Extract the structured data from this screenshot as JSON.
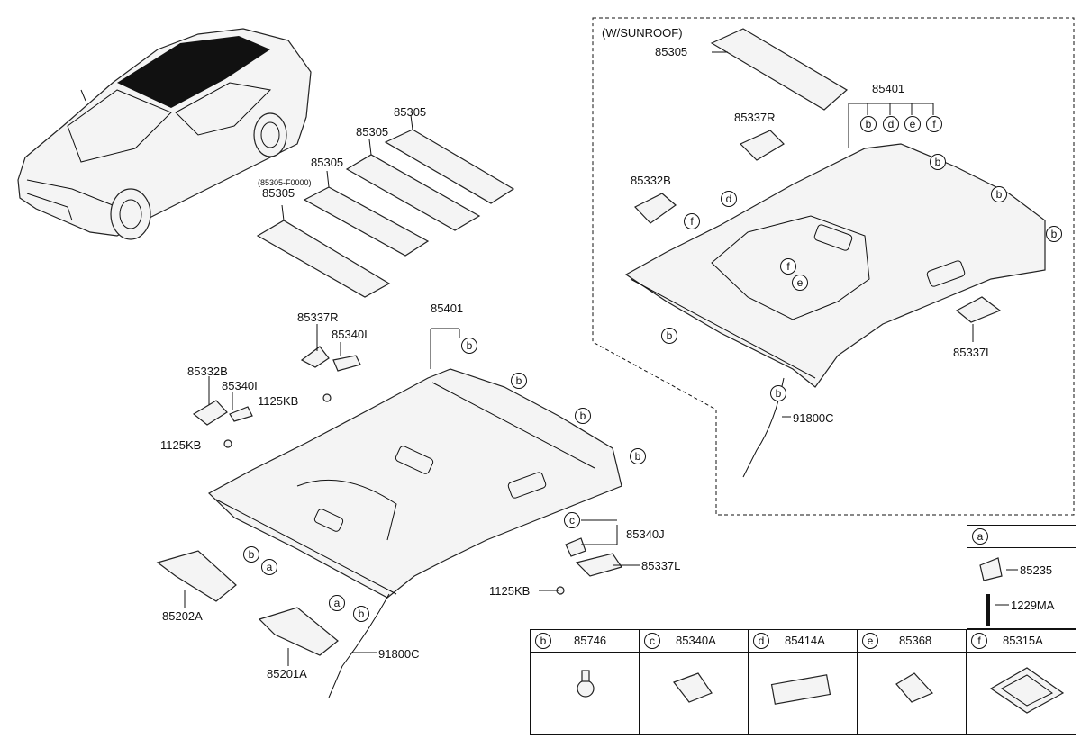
{
  "sunroof_caption": "(W/SUNROOF)",
  "labels": {
    "p85305_a": "85305",
    "p85305_b": "85305",
    "p85305_c": "85305",
    "p85305_d": "85305",
    "p85305_d_note": "(85305-F0000)",
    "p85305_sr": "85305",
    "p85401_main": "85401",
    "p85401_sr": "85401",
    "p85337R_main": "85337R",
    "p85337R_sr": "85337R",
    "p85332B_main": "85332B",
    "p85332B_sr": "85332B",
    "p85340I_a": "85340I",
    "p85340I_b": "85340I",
    "p1125KB_a": "1125KB",
    "p1125KB_b": "1125KB",
    "p1125KB_c": "1125KB",
    "p85340J": "85340J",
    "p85337L_main": "85337L",
    "p85337L_sr": "85337L",
    "p85202A": "85202A",
    "p85201A": "85201A",
    "p91800C_main": "91800C",
    "p91800C_sr": "91800C"
  },
  "callouts": [
    "a",
    "b",
    "c",
    "d",
    "e",
    "f"
  ],
  "legend_a": {
    "key": "a",
    "parts": [
      "85235",
      "1229MA"
    ]
  },
  "legend_table": [
    {
      "key": "b",
      "part": "85746"
    },
    {
      "key": "c",
      "part": "85340A"
    },
    {
      "key": "d",
      "part": "85414A"
    },
    {
      "key": "e",
      "part": "85368"
    },
    {
      "key": "f",
      "part": "85315A"
    }
  ]
}
